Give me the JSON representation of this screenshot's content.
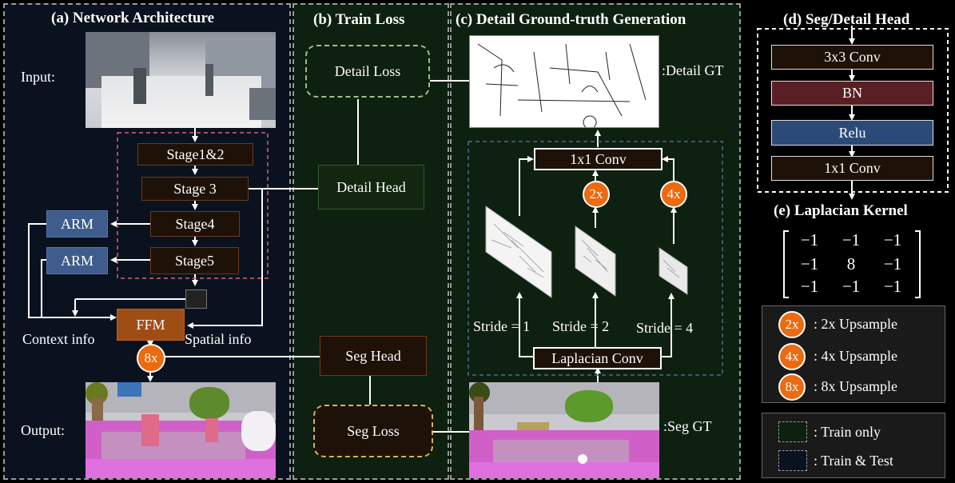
{
  "panels": {
    "a": {
      "title": "(a) Network Architecture"
    },
    "b": {
      "title": "(b) Train Loss"
    },
    "c": {
      "title": "(c) Detail Ground-truth Generation"
    },
    "d": {
      "title": "(d) Seg/Detail Head"
    },
    "e": {
      "title": "(e) Laplacian Kernel"
    }
  },
  "network": {
    "input_label": "Input:",
    "output_label": "Output:",
    "stages": [
      "Stage1&2",
      "Stage 3",
      "Stage4",
      "Stage5"
    ],
    "arm": [
      "ARM",
      "ARM"
    ],
    "ffm": "FFM",
    "context_info": "Context info",
    "spatial_info": "Spatial info",
    "upsample_8x": "8x"
  },
  "train_loss": {
    "detail_loss": "Detail Loss",
    "detail_head": "Detail Head",
    "seg_head": "Seg Head",
    "seg_loss": "Seg Loss"
  },
  "detail_gt": {
    "detail_gt_label": ":Detail GT",
    "seg_gt_label": ":Seg GT",
    "conv1x1": "1x1 Conv",
    "laplacian_conv": "Laplacian Conv",
    "up2": "2x",
    "up4": "4x",
    "strides": [
      "Stride = 1",
      "Stride = 2",
      "Stride = 4"
    ]
  },
  "head": {
    "layers": [
      "3x3 Conv",
      "BN",
      "Relu",
      "1x1 Conv"
    ],
    "layer_colors": [
      "#1e1208",
      "#5a1f24",
      "#2c4a78",
      "#1e1208"
    ]
  },
  "kernel": {
    "rows": [
      [
        "−1",
        "−1",
        "−1"
      ],
      [
        "−1",
        "8",
        "−1"
      ],
      [
        "−1",
        "−1",
        "−1"
      ]
    ]
  },
  "legend": {
    "upsample": [
      {
        "badge": "2x",
        "text": ": 2x Upsample"
      },
      {
        "badge": "4x",
        "text": ": 4x Upsample"
      },
      {
        "badge": "8x",
        "text": ": 8x Upsample"
      }
    ],
    "train_only": ": Train only",
    "train_test": ": Train & Test",
    "train_only_color": "#0e2010",
    "train_test_color": "#0a1220"
  }
}
